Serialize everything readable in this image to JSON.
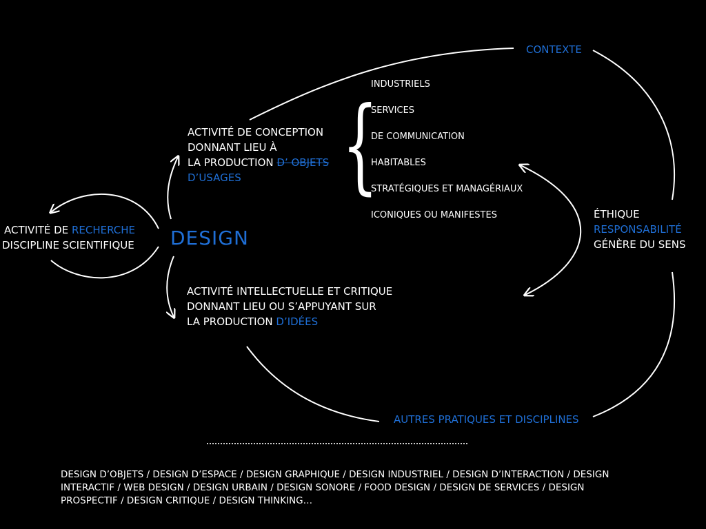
{
  "center": {
    "label": "DESIGN"
  },
  "research": {
    "line1_prefix": "ACTIVITÉ DE ",
    "line1_accent": "RECHERCHE",
    "line2": "DISCIPLINE SCIENTIFIQUE"
  },
  "conception": {
    "line1": "ACTIVITÉ DE CONCEPTION",
    "line2": "DONNANT LIEU À",
    "line3_prefix": "LA PRODUCTION ",
    "line3_struck": "D’ OBJETS",
    "line4": "D’USAGES"
  },
  "brace": "{",
  "object_types": [
    "INDUSTRIELS",
    "SERVICES",
    "DE COMMUNICATION",
    "HABITABLES",
    "STRATÉGIQUES ET MANAGÉRIAUX",
    "ICONIQUES OU MANIFESTES"
  ],
  "intellectual": {
    "line1": "ACTIVITÉ INTELLECTUELLE ET CRITIQUE",
    "line2": "DONNANT LIEU OU S’APPUYANT SUR",
    "line3_prefix": "LA PRODUCTION ",
    "line3_accent": "D’IDÉES"
  },
  "context": {
    "label": "CONTEXTE"
  },
  "ethics": {
    "line1": "ÉTHIQUE",
    "line2": "RESPONSABILITÉ",
    "line3": "GÉNÈRE DU SENS"
  },
  "others": {
    "label": "AUTRES PRATIQUES ET DISCIPLINES"
  },
  "disciplines_list": "DESIGN D’OBJETS / DESIGN D’ESPACE / DESIGN GRAPHIQUE / DESIGN INDUSTRIEL / DESIGN D’INTERACTION / DESIGN INTERACTIF / WEB DESIGN / DESIGN URBAIN / DESIGN SONORE / FOOD DESIGN / DESIGN DE SERVICES / DESIGN PROSPECTIF / DESIGN CRITIQUE / DESIGN THINKING…",
  "colors": {
    "background": "#000000",
    "text": "#ffffff",
    "accent": "#1f6fd6"
  }
}
